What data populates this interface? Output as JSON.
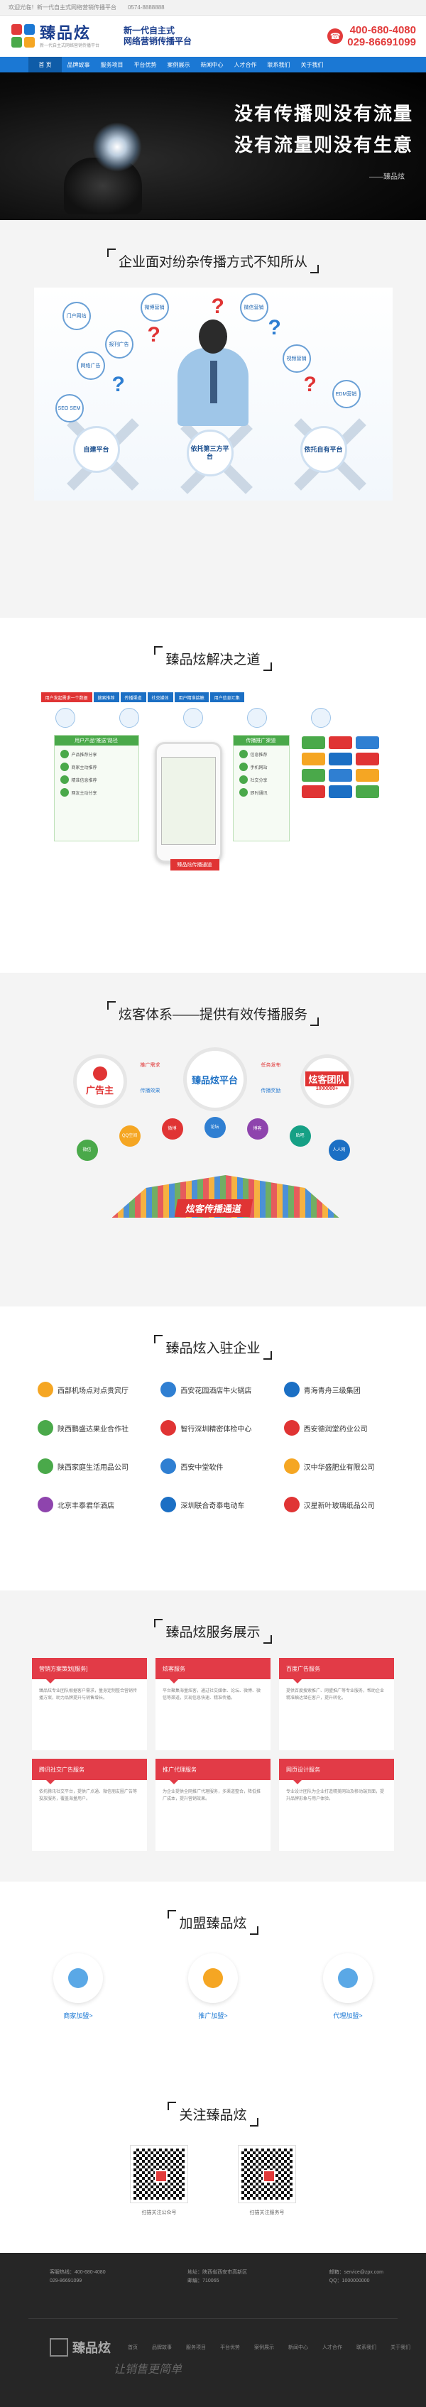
{
  "topbar": {
    "left": "欢迎光临！新一代自主式网络营销传播平台",
    "right": "0574-8888888"
  },
  "header": {
    "logo_name": "臻品炫",
    "logo_sub": "新一代自主式网络营销传播平台",
    "slogan_1": "新一代自主式",
    "slogan_2": "网络营销传播平台",
    "phone_1": "400-680-4080",
    "phone_2": "029-86691099"
  },
  "nav": [
    "首 页",
    "品牌故事",
    "服务项目",
    "平台优势",
    "案例展示",
    "新闻中心",
    "人才合作",
    "联系我们",
    "关于我们"
  ],
  "banner": {
    "line1": "没有传播则没有流量",
    "line2": "没有流量则没有生意",
    "sig": "——臻品炫"
  },
  "s1": {
    "title": "企业面对纷杂传播方式不知所从",
    "circles": [
      "门户网站",
      "微博营销",
      "微信营销",
      "报刊广告",
      "网络广告",
      "SEO SEM",
      "EDM营销",
      "视频营销"
    ],
    "bottom": [
      "自建平台",
      "依托第三方平台",
      "依托自有平台"
    ]
  },
  "s2": {
    "title": "臻品炫解决之道",
    "flow": [
      "用户发起需求一个数据",
      "搜索推荐",
      "传播渠道",
      "社交媒体",
      "用户精准接触",
      "用户信息汇集"
    ],
    "left_head": "用户产品“推送”路径",
    "left_items": [
      "产品推荐分享",
      "商家主动推荐",
      "精准信息推荐",
      "网友主动分享"
    ],
    "right_head": "传播推广渠道",
    "right_items": [
      "信息推荐",
      "手机网站",
      "社交分享",
      "即时通讯"
    ],
    "cta": "臻品炫传播通道"
  },
  "s3": {
    "title": "炫客体系——提供有效传播服务",
    "left": "广告主",
    "center": "臻品炫平台",
    "right": "炫客团队",
    "right_num": "1000000+",
    "arrow_l1": "推广需求",
    "arrow_l2": "传播效果",
    "arrow_r1": "任务发布",
    "arrow_r2": "传播奖励",
    "chips": [
      "微信",
      "QQ空间",
      "微博",
      "论坛",
      "博客",
      "贴吧",
      "人人网"
    ],
    "ribbon": "炫客传播通道"
  },
  "s4": {
    "title": "臻品炫入驻企业",
    "firms": [
      "西部机场点对点贵宾厅",
      "西安花园酒店牛火锅店",
      "青海青舟三级集团",
      "陕西鹏盛达果业合作社",
      "智行深圳精密体检中心",
      "西安德润堂药业公司",
      "陕西家庭生活用品公司",
      "西安中堂软件",
      "汉中华盛肥业有限公司",
      "北京丰泰君华酒店",
      "深圳联合奇泰电动车",
      "汉星新叶玻璃纸品公司"
    ]
  },
  "s5": {
    "title": "臻品炫服务展示",
    "items": [
      {
        "head": "营销方案策划[服务]",
        "body": "臻品炫专业团队根据客户需求，量身定制整合营销传播方案，助力品牌提升与销售增长。"
      },
      {
        "head": "炫客服务",
        "body": "平台聚集海量炫客，通过社交媒体、论坛、微博、微信等渠道，实现信息快速、精准传播。"
      },
      {
        "head": "百度广告服务",
        "body": "提供百度搜索推广、网盟推广等专业服务，帮助企业精准触达潜在客户，提升转化。"
      },
      {
        "head": "腾讯社交广告服务",
        "body": "依托腾讯社交平台，提供广点通、微信朋友圈广告等投放服务，覆盖海量用户。"
      },
      {
        "head": "推广代理服务",
        "body": "为企业提供全网推广代理服务，多渠道整合，降低推广成本，提升营销效果。"
      },
      {
        "head": "网页设计服务",
        "body": "专业设计团队为企业打造精美网站及移动端页面，提升品牌形象与用户体验。"
      }
    ]
  },
  "s6": {
    "title": "加盟臻品炫",
    "items": [
      "商家加盟>",
      "推广加盟>",
      "代理加盟>"
    ]
  },
  "s7": {
    "title": "关注臻品炫",
    "items": [
      "扫描关注公众号",
      "扫描关注服务号"
    ]
  },
  "footer": {
    "col1": [
      "客服热线：400-680-4080",
      "029-86691099"
    ],
    "col2": [
      "地址：陕西省西安市高新区",
      "邮编：710065"
    ],
    "col3": [
      "邮箱：service@zpx.com",
      "QQ：1000000000"
    ],
    "logo": "臻品炫",
    "nav": [
      "首页",
      "品牌故事",
      "服务项目",
      "平台优势",
      "案例展示",
      "新闻中心",
      "人才合作",
      "联系我们",
      "关于我们"
    ],
    "sign": "让销售更简单"
  }
}
